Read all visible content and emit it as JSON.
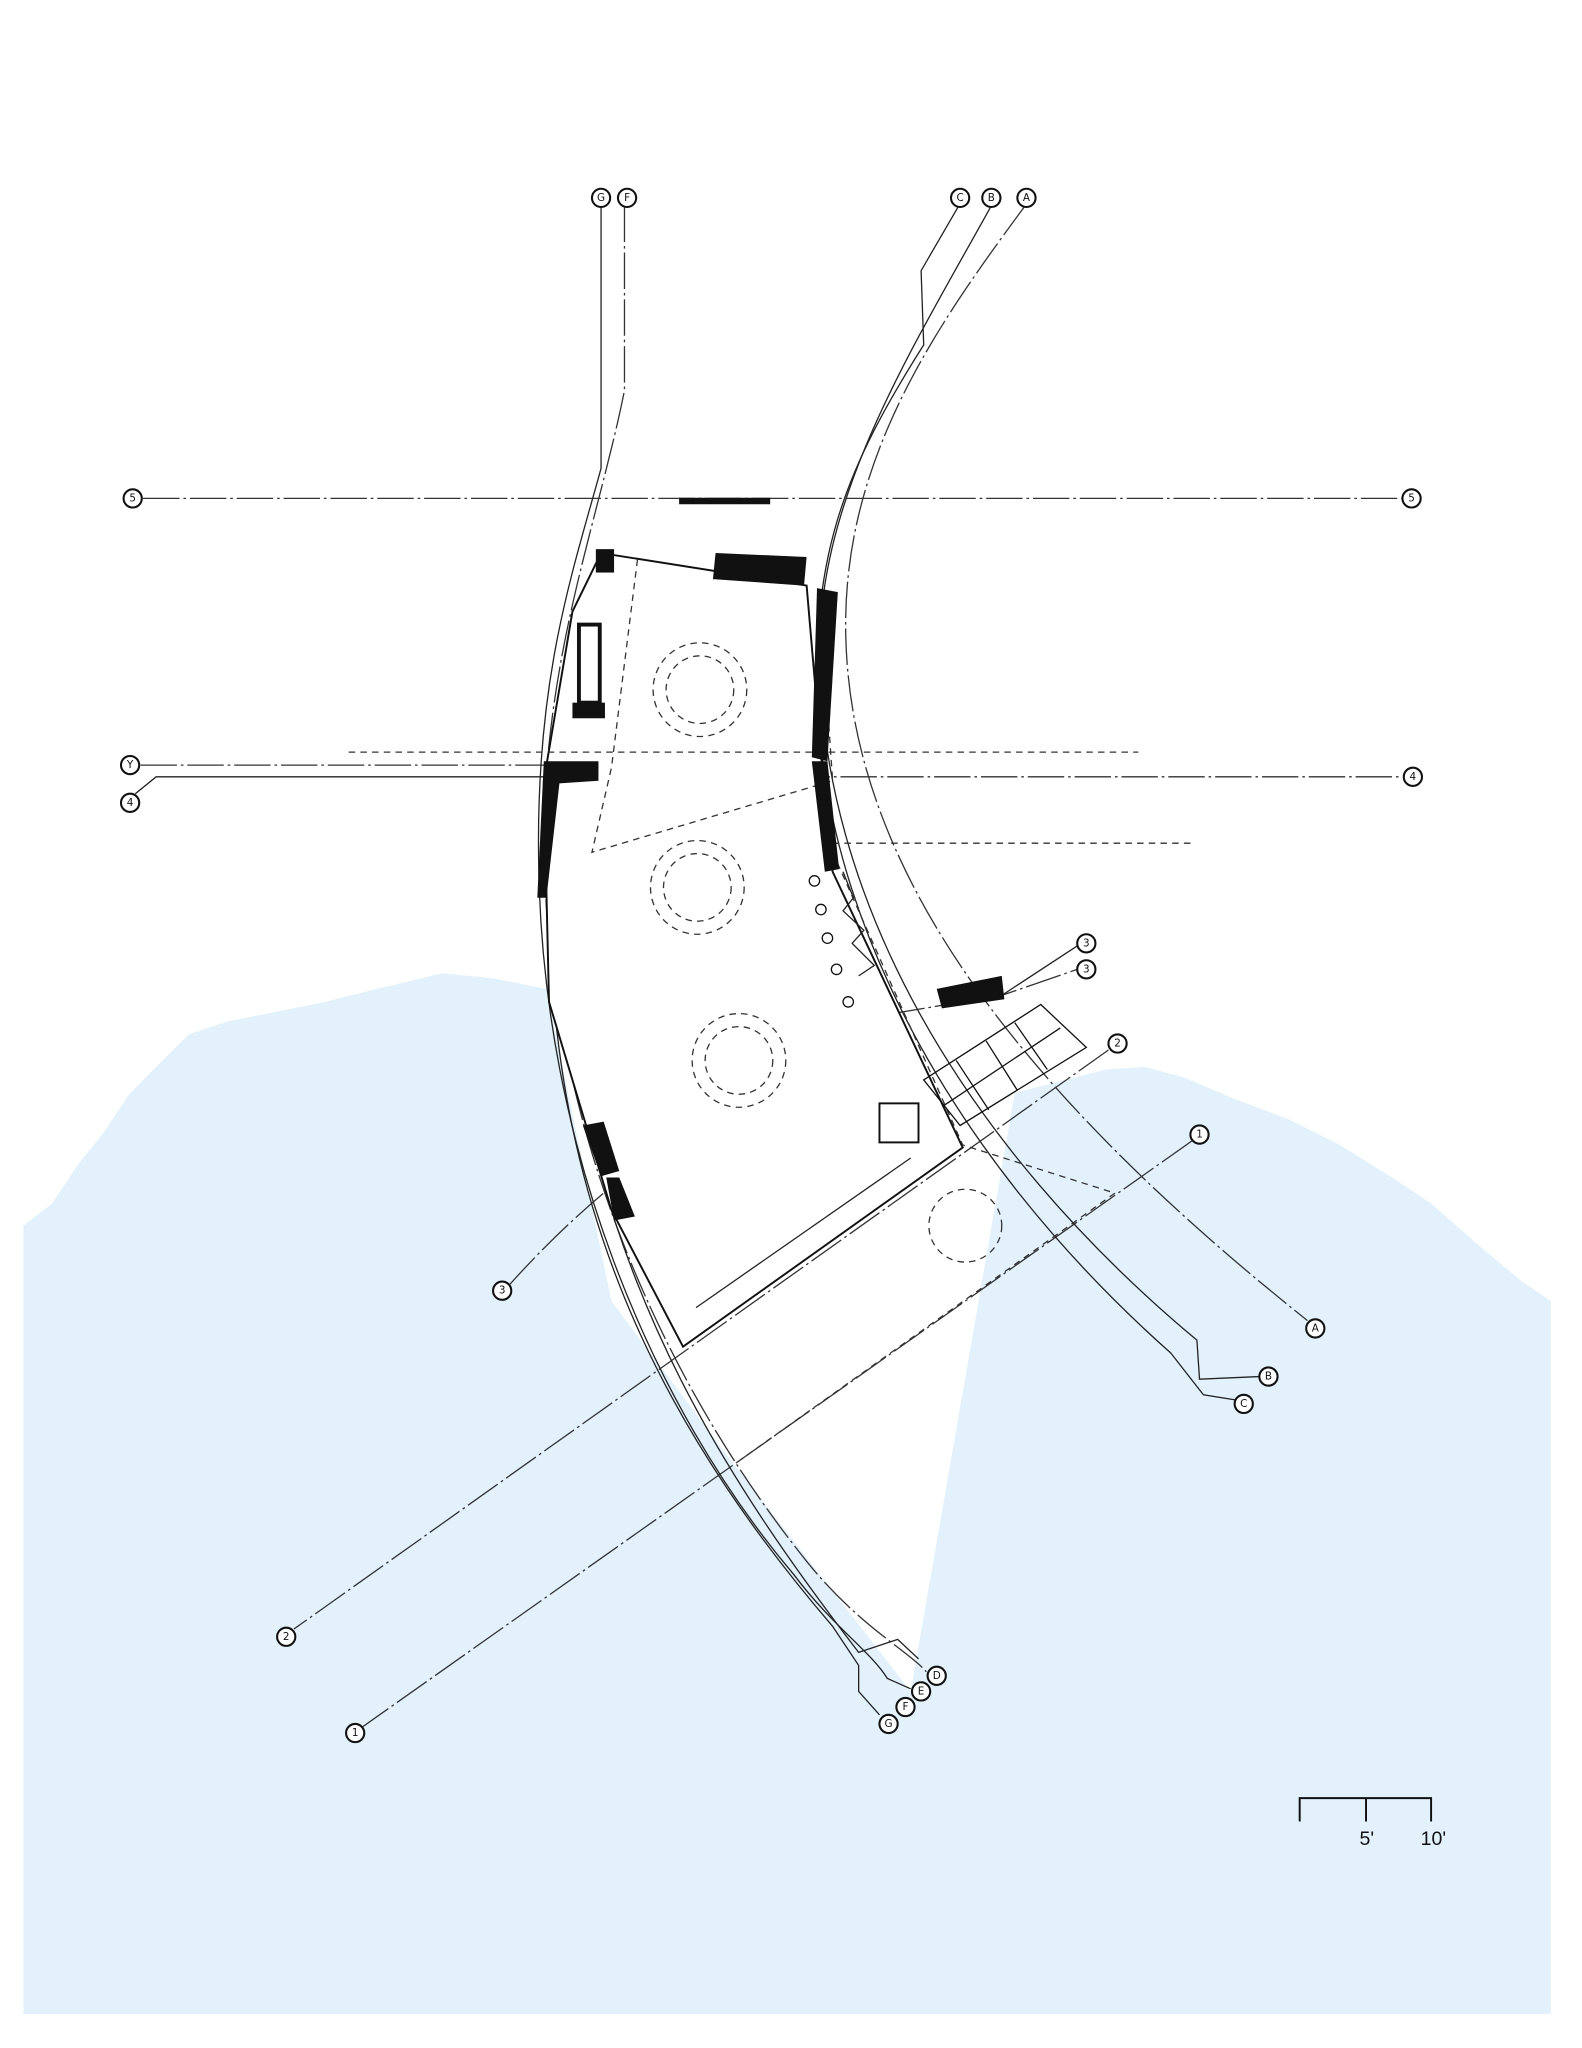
{
  "colors": {
    "water": "#e2f1fb",
    "ink": "#111111",
    "paper": "#ffffff"
  },
  "grid_bubbles": {
    "top_g": "G",
    "top_f": "F",
    "top_c": "C",
    "top_b": "B",
    "top_a": "A",
    "left_5": "5",
    "right_5": "5",
    "left_y": "Y",
    "left_4": "4",
    "right_4": "4",
    "right_3a": "3",
    "right_3b": "3",
    "right_2": "2",
    "right_1": "1",
    "left_3": "3",
    "bottom_a": "A",
    "bottom_b": "B",
    "bottom_c": "C",
    "bottom_2": "2",
    "bottom_1": "1",
    "bottom_d": "D",
    "bottom_e": "E",
    "bottom_f": "F",
    "bottom_g": "G"
  },
  "scale_bar": {
    "mid_label": "5'",
    "end_label": "10'"
  }
}
